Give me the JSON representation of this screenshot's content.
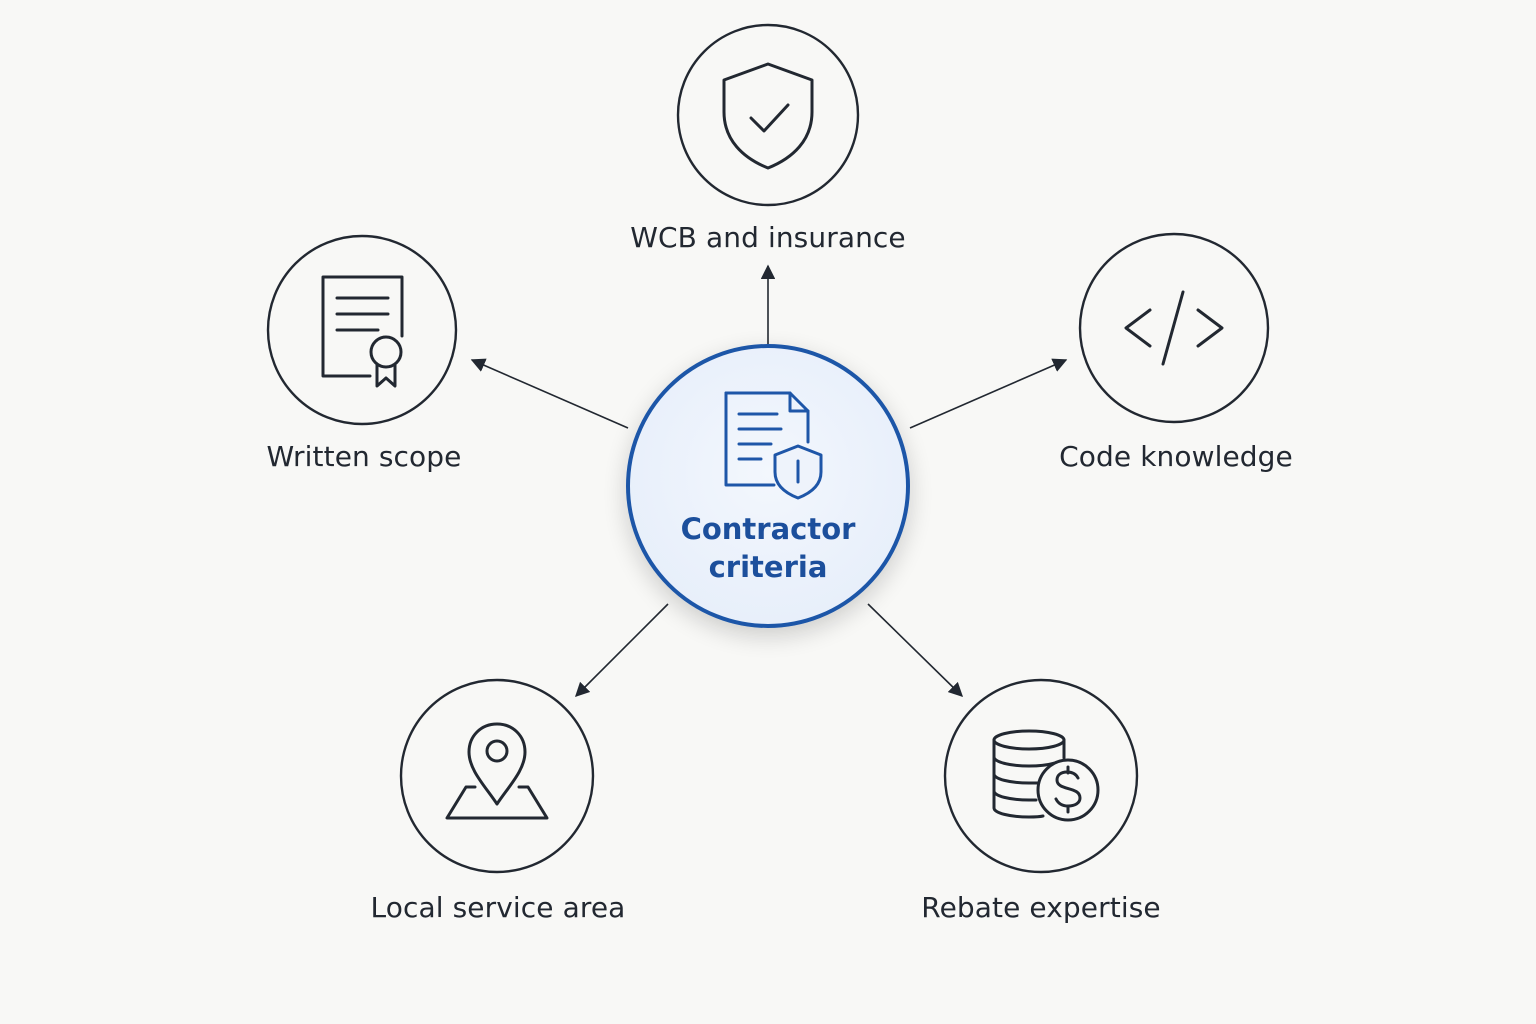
{
  "center": {
    "label_line1": "Contractor",
    "label_line2": "criteria",
    "icon": "document-shield-icon",
    "accent_color": "#1e56a8"
  },
  "nodes": [
    {
      "id": "wcb",
      "label": "WCB and insurance",
      "icon": "shield-check-icon"
    },
    {
      "id": "code",
      "label": "Code knowledge",
      "icon": "code-brackets-icon"
    },
    {
      "id": "rebate",
      "label": "Rebate expertise",
      "icon": "coins-dollar-icon"
    },
    {
      "id": "local",
      "label": "Local service area",
      "icon": "map-pin-icon"
    },
    {
      "id": "written",
      "label": "Written scope",
      "icon": "certificate-document-icon"
    }
  ],
  "colors": {
    "background": "#f8f8f6",
    "stroke": "#222831",
    "accent": "#1e56a8"
  }
}
